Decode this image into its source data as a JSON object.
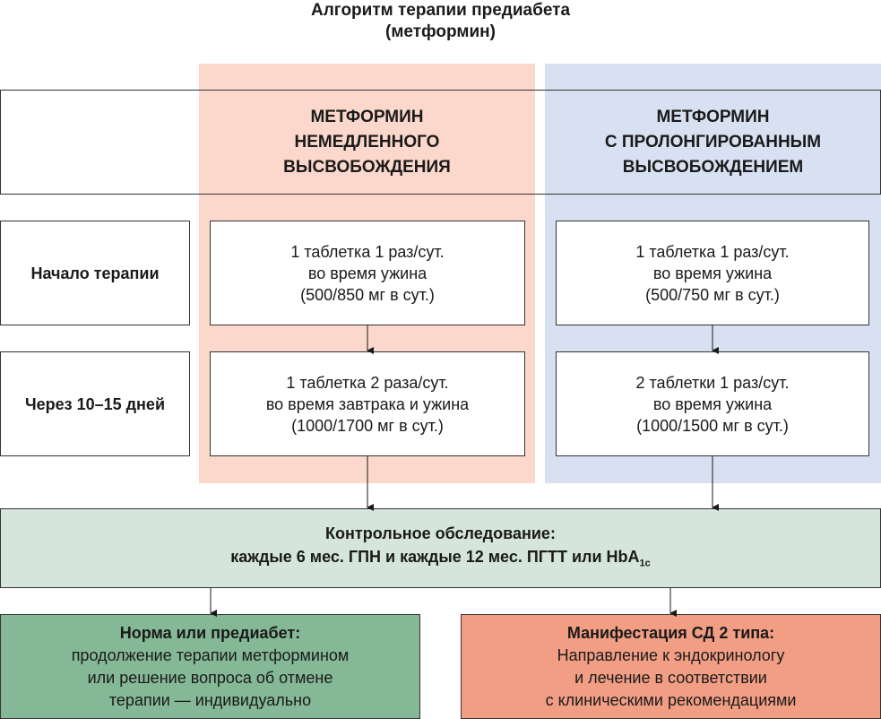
{
  "title": {
    "line1": "Алгоритм терапии предиабета",
    "line2": "(метформин)"
  },
  "columns": [
    {
      "header": [
        "МЕТФОРМИН",
        "НЕМЕДЛЕННОГО",
        "ВЫСВОБОЖДЕНИЯ"
      ],
      "color": "#fbd8cb",
      "start": [
        "1 таблетка 1 раз/сут.",
        "во время ужина",
        "(500/850 мг в сут.)"
      ],
      "later": [
        "1 таблетка 2 раза/сут.",
        "во время завтрака и ужина",
        "(1000/1700 мг в сут.)"
      ]
    },
    {
      "header": [
        "МЕТФОРМИН",
        "С ПРОЛОНГИРОВАННЫМ",
        "ВЫСВОБОЖДЕНИЕМ"
      ],
      "color": "#d8e1f1",
      "start": [
        "1 таблетка 1 раз/сут.",
        "во время ужина",
        "(500/750 мг в сут.)"
      ],
      "later": [
        "2 таблетки 1 раз/сут.",
        "во время ужина",
        "(1000/1500 мг в сут.)"
      ]
    }
  ],
  "rows": {
    "start_label": "Начало терапии",
    "later_label": "Через 10–15 дней"
  },
  "control": {
    "line1": "Контрольное обследование:",
    "line2": "каждые 6 мес. ГПН и каждые 12 мес. ПГТТ или HbA",
    "subscript": "1c",
    "color": "#d5e5db"
  },
  "outcomes": [
    {
      "head": "Норма или предиабет:",
      "lines": [
        "продолжение терапии метформином",
        "или решение вопроса об отмене",
        "терапии — индивидуально"
      ],
      "color": "#85b896"
    },
    {
      "head": "Манифестация СД 2 типа:",
      "lines": [
        "Направление к эндокринологу",
        "и лечение в соответствии",
        "с клиническими рекомендациями"
      ],
      "color": "#f19e84"
    }
  ]
}
